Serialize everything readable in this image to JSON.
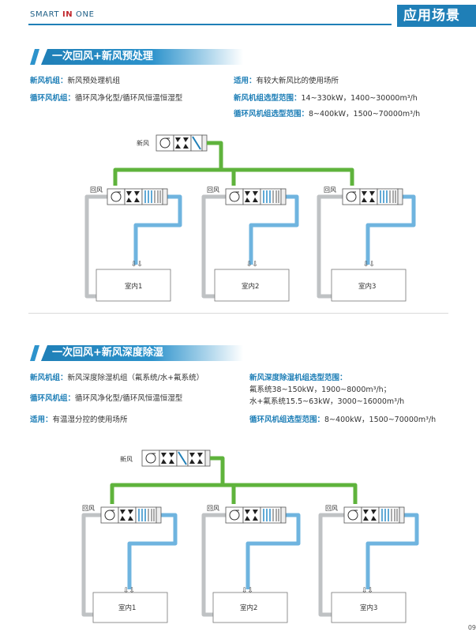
{
  "header": {
    "brand_prefix": "SMART ",
    "brand_mark": "IN",
    "brand_suffix": " ONE",
    "title": "应用场景"
  },
  "sections": [
    {
      "title": "一次回风+新风预处理",
      "left": [
        {
          "k": "新风机组：",
          "v": "新风预处理机组"
        },
        {
          "k": "循环风机组：",
          "v": "循环风净化型/循环风恒温恒湿型"
        }
      ],
      "right": [
        {
          "k": "适用：",
          "v": "有较大新风比的使用场所"
        },
        {
          "k": "新风机组选型范围：",
          "v": "14~330kW，1400~30000m³/h"
        },
        {
          "k": "循环风机组选型范围：",
          "v": "8~400kW，1500~70000m³/h"
        }
      ],
      "diagram": {
        "fresh_air": "新风",
        "return_air": "回风",
        "rooms": [
          "室内1",
          "室内2",
          "室内3"
        ]
      }
    },
    {
      "title": "一次回风+新风深度除湿",
      "left": [
        {
          "k": "新风机组：",
          "v": "新风深度除湿机组（氟系统/水+氟系统）"
        },
        {
          "k": "循环风机组：",
          "v": "循环风净化型/循环风恒温恒湿型"
        },
        {
          "k": "适用：",
          "v": "有温湿分控的使用场所"
        }
      ],
      "right_title": "新风深度除湿机组选型范围：",
      "right_lines": [
        "氟系统38~150kW，1900~8000m³/h；",
        "水+氟系统15.5~63kW，3000~16000m³/h"
      ],
      "right_last": {
        "k": "循环风机组选型范围：",
        "v": "8~400kW，1500~70000m³/h"
      },
      "diagram": {
        "fresh_air": "新风",
        "return_air": "回风",
        "rooms": [
          "室内1",
          "室内2",
          "室内3"
        ]
      }
    }
  ],
  "page_number": "09",
  "colors": {
    "blue": "#1f7fb7",
    "supply_pipe": "#6fb4df",
    "fresh_pipe": "#5fb33c",
    "return_pipe": "#bfc2c4"
  }
}
